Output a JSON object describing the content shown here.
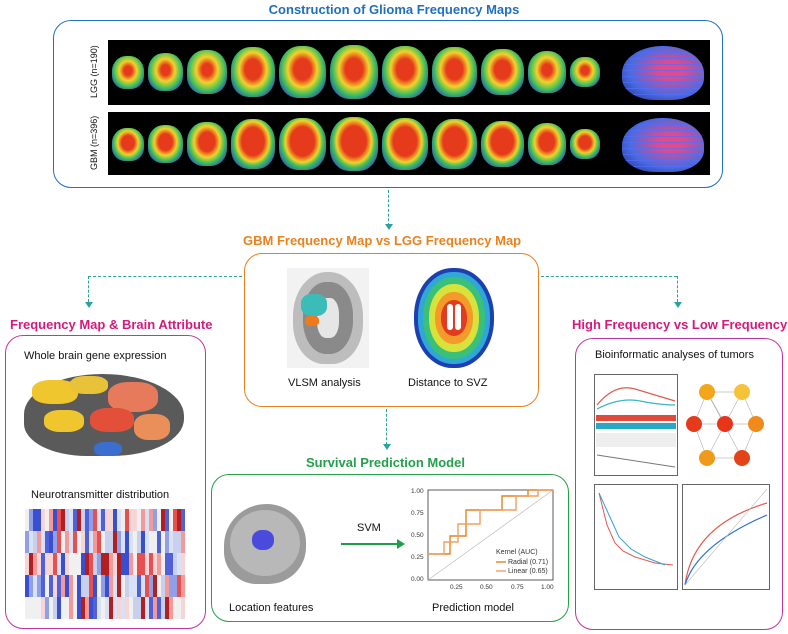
{
  "top": {
    "title": "Construction of Glioma Frequency Maps",
    "rows": [
      {
        "label": "LGG (n=190)"
      },
      {
        "label": "GBM (n=396)"
      }
    ]
  },
  "middle": {
    "title": "GBM Frequency Map vs LGG Frequency Map",
    "panels": [
      {
        "caption": "VLSM analysis"
      },
      {
        "caption": "Distance to SVZ"
      }
    ]
  },
  "left": {
    "title": "Frequency Map & Brain Attribute",
    "gene_label": "Whole brain gene expression",
    "neuro_label": "Neurotransmitter distribution"
  },
  "right": {
    "title": "High Frequency vs Low Frequency",
    "bio_label": "Bioinformatic analyses of tumors"
  },
  "survival": {
    "title": "Survival Prediction Model",
    "svm_label": "SVM",
    "location_label": "Location features",
    "prediction_label": "Prediction model",
    "roc": {
      "legend_title": "Kernel (AUC)",
      "legend": [
        "Radial (0.71)",
        "Linear (0.65)"
      ],
      "y_ticks": [
        "1.00",
        "0.75",
        "0.50",
        "0.25",
        "0.00"
      ],
      "x_ticks": [
        "0.25",
        "0.50",
        "0.75",
        "1.00"
      ]
    }
  },
  "colors": {
    "blue_box": "#1f6fc2",
    "orange_box": "#e8821e",
    "green_box": "#24a04a",
    "magenta_box": "#c2359b",
    "teal_arrow": "#2aa3a0"
  }
}
